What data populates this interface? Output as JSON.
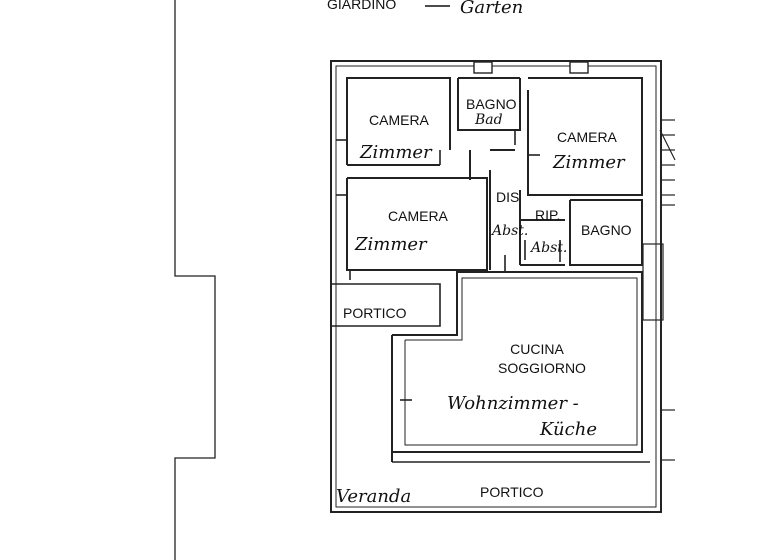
{
  "plan": {
    "garden_label": "GIARDINO",
    "garden_note": "Garten",
    "rooms": {
      "bedroom_1": {
        "label": "CAMERA",
        "note": "Zimmer"
      },
      "bathroom_1": {
        "label": "BAGNO",
        "note": "Bad"
      },
      "bedroom_2": {
        "label": "CAMERA",
        "note": "Zimmer"
      },
      "bedroom_3": {
        "label": "CAMERA",
        "note": "Zimmer"
      },
      "hall": {
        "label": "DIS",
        "note": "Abst."
      },
      "storage": {
        "label": "RIP.",
        "note": "Abst."
      },
      "bathroom_2": {
        "label": "BAGNO"
      },
      "porch_upper": {
        "label": "PORTICO"
      },
      "kitchen_living": {
        "label_line1": "CUCINA",
        "label_line2": "SOGGIORNO",
        "note_line1": "Wohnzimmer -",
        "note_line2": "Küche"
      },
      "porch_lower": {
        "label": "PORTICO",
        "note": "Veranda"
      }
    }
  }
}
